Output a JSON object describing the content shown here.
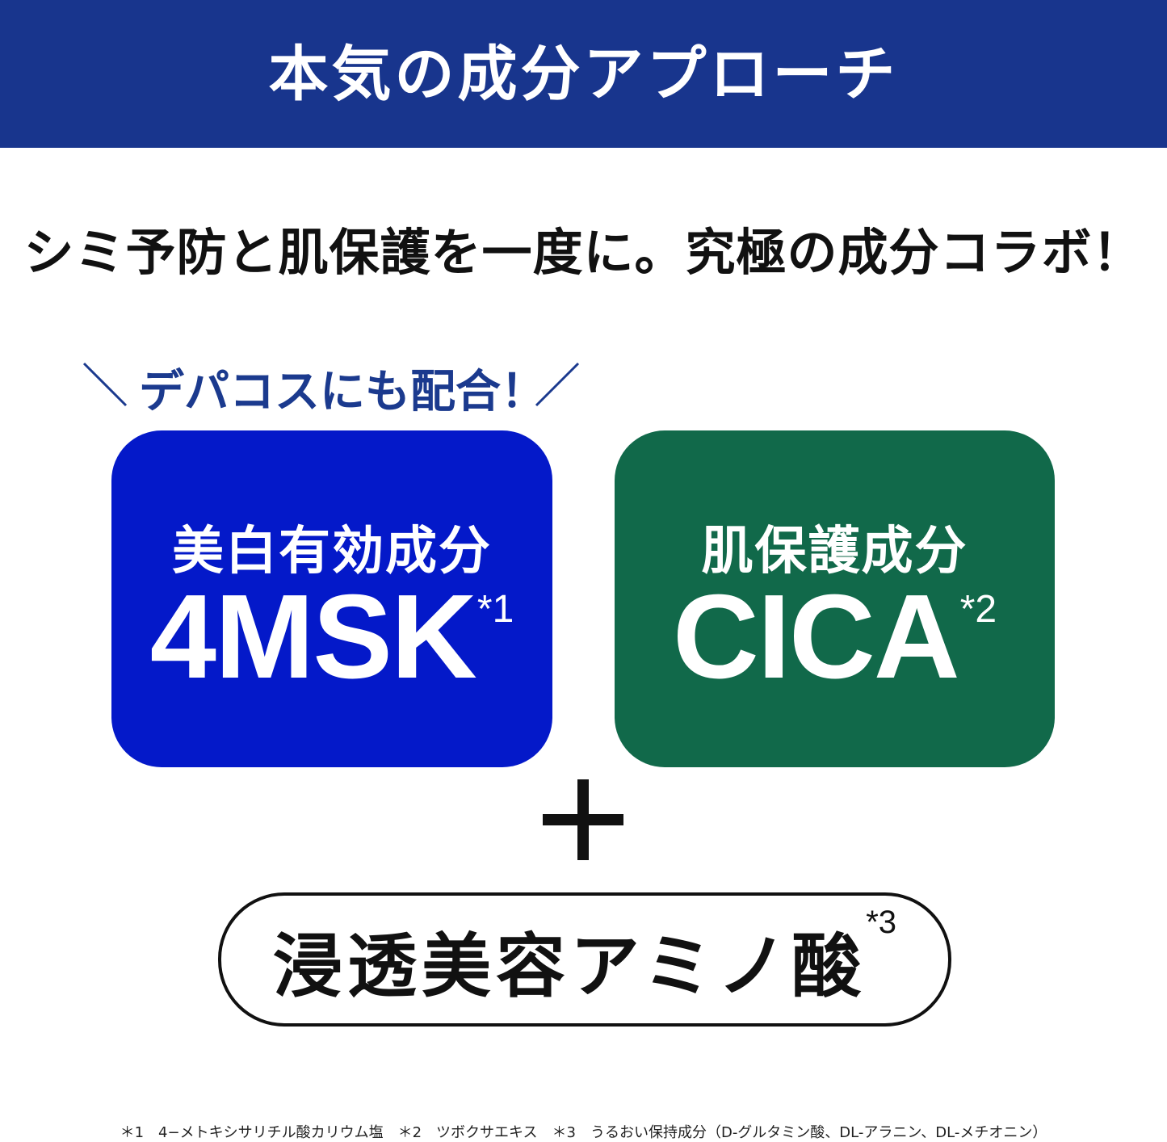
{
  "header": {
    "title": "本気の成分アプローチ"
  },
  "subtitle": "シミ予防と肌保護を一度に。究極の成分コラボ！",
  "callout": {
    "text": "デパコスにも配合！"
  },
  "cards": [
    {
      "label": "美白有効成分",
      "name": "4MSK",
      "note": "*1",
      "color": "#0419c9"
    },
    {
      "label": "肌保護成分",
      "name": "CICA",
      "note": "*2",
      "color": "#11694a"
    }
  ],
  "pill": {
    "text": "浸透美容アミノ酸",
    "note": "*3"
  },
  "footnote": "＊1　4−メトキシサリチル酸カリウム塩　＊2　ツボクサエキス　＊3　うるおい保持成分（D-グルタミン酸、DL-アラニン、DL-メチオニン）",
  "colors": {
    "header_bg": "#18358d",
    "callout_text": "#1b3a8e"
  },
  "icons": {
    "plus": "plus-icon",
    "slashes": "slash-decoration"
  }
}
